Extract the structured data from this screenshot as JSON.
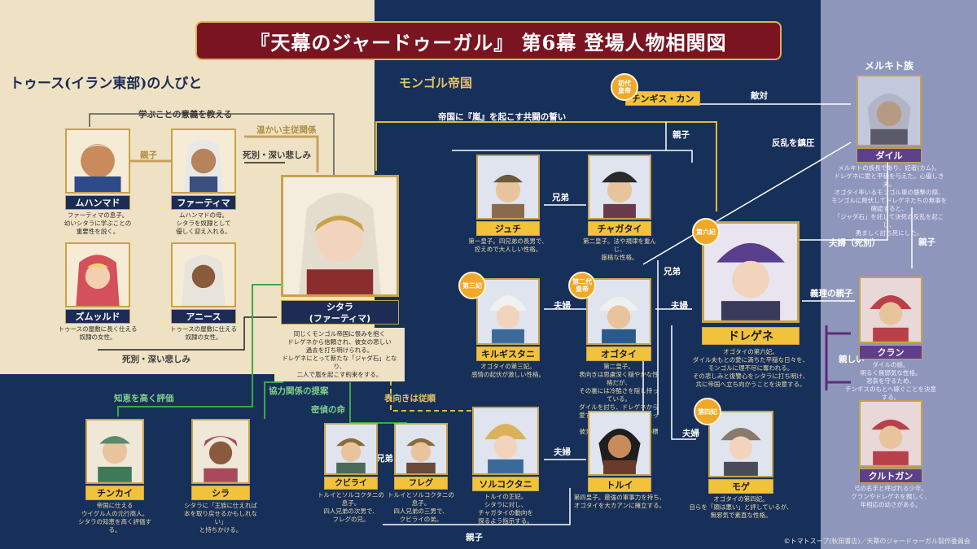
{
  "title": "『天幕のジャードゥーガル』 第6幕 登場人物相関図",
  "regions": {
    "tus": "トゥース(イラン東部)の人びと",
    "mongol": "モンゴル帝国",
    "merkit": "メルキト族"
  },
  "colors": {
    "tus_bg": "#efe2c4",
    "mongol_bg": "#17305a",
    "merkit_bg": "#8e97bb",
    "banner": "#7a1420",
    "gold": "#d9b25b",
    "green_line": "#3ca84a",
    "gold_line": "#e8b930"
  },
  "characters": {
    "muhammad": {
      "name": "ムハンマド",
      "desc": "ファーティマの息子。\n幼いシタラに学ぶことの\n重要性を説く。"
    },
    "fatima": {
      "name": "ファーティマ",
      "desc": "ムハンマドの母。\nシタラを奴隷として\n優しく迎え入れる。"
    },
    "zumurud": {
      "name": "ズムッルド",
      "desc": "トゥースの屋敷に長く仕える\n奴隷の女性。"
    },
    "anis": {
      "name": "アニース",
      "desc": "トゥースの屋敷に仕える\n奴隷の女性。"
    },
    "sitara": {
      "name": "シタラ",
      "name_sub": "(ファーティマ)",
      "desc": "同じくモンゴル帝国に恨みを抱く\nドレゲネから信頼され、彼女の悲しい\n過去を打ち明けられる。\nドレゲネにとって新たな「ジャダ石」となり、\n二人で嵐を起こす約束をする。"
    },
    "chinkai": {
      "name": "チンカイ",
      "desc": "帝国に仕える\nウイグル人の元行商人。\nシタラの知恵を高く評価する。"
    },
    "shira": {
      "name": "シラ",
      "desc": "シタラに「王族に仕えれば\n本を取り戻せるかもしれない」\nと持ちかける。"
    },
    "chinggis": {
      "name": "チンギス・カン",
      "badge": "初代\n皇帝"
    },
    "juchi": {
      "name": "ジュチ",
      "desc": "第一皇子。四兄弟の長男で、\n控えめで大人しい性格。"
    },
    "chagatai": {
      "name": "チャガタイ",
      "desc": "第二皇子。法や規律を重んじ、\n厳格な性格。"
    },
    "kirgistani": {
      "name": "キルギスタニ",
      "badge": "第三妃",
      "desc": "オゴタイの第三妃。\n感情の起伏が激しい性格。"
    },
    "ogotai": {
      "name": "オゴタイ",
      "badge": "第二代\n皇帝",
      "desc": "第二皇子。\n表向きは思慮深く穏やかな性格だが、\nその裏には冷酷さを隠し持っている。\nダイルを討ち、ドレゲネから\n愛する家族と平穏を奪い去った。\n彼女にとって最大の復讐の標的。"
    },
    "dorgene": {
      "name": "ドレゲネ",
      "badge": "第六妃",
      "desc": "オゴタイの第六妃。\nダイル夫もとの愛に満ちた平穏な日々を、\nモンゴルに理不尽に奪われる。\nその悲しみと復讐心をシタラに打ち明け、\n共に帝国へ立ち向かうことを決意する。"
    },
    "kubilai": {
      "name": "クビライ",
      "desc": "トルイとソルコクタニの\n息子。\n四人兄弟の次男で、\nフレグの兄。"
    },
    "hulegu": {
      "name": "フレグ",
      "desc": "トルイとソルコクタニの\n息子。\n四人兄弟の三男で、\nクビライの弟。"
    },
    "sorkoktani": {
      "name": "ソルコクタニ",
      "desc": "トルイの正妃。\nシタラに対し、\nチャガタイの動向を\n探るよう指示する。"
    },
    "tolui": {
      "name": "トルイ",
      "desc": "第四皇子。最強の軍事力を持ち、\nオゴタイを大カアンに擁立する。"
    },
    "moge": {
      "name": "モゲ",
      "badge": "第四妃",
      "desc": "オゴタイの第四妃。\n自らを「頭は悪い」と評しているが、\n無邪気で素直な性格。"
    },
    "dair": {
      "name": "ダイル",
      "desc": "メルキトの族長であり、妃者(カム)。\nドレゲネに愛と平穏を与えた。心優しき夫。\nオゴタイ率いるモンゴル軍の襲撃の際、\nモンゴルに降伏してドレゲネたちの無事を確認すると、\n「ジャダ石」を託して決死の反乱を起こし、\n勇ましく討ち死にした。"
    },
    "kulan": {
      "name": "クラン",
      "desc": "ダイルの娘。\n明るく無邪気な性格。\n悲哀を守るため、\nチンギスのもとへ嫁ぐことを決意する。"
    },
    "kurtugan": {
      "name": "クルトガン",
      "desc": "弓の名手と呼ばれる少年。\nクランやドレゲネを親しく、\n年相応の幼さがある。"
    }
  },
  "relations": {
    "teach": "学ぶことの意義を教える",
    "warm": "温かい主従関係",
    "parent_child": "親子",
    "death_grief": "死別・深い悲しみ",
    "death_grief2": "死別・深い悲しみ",
    "high_eval": "知恵を高く評価",
    "coop": "協力関係の提案",
    "secret": "密偵の命",
    "obey": "表向きは従順",
    "vow": "帝国に『嵐』を起こす共闘の誓い",
    "hostile": "敵対",
    "parent_child2": "親子",
    "rebellion": "反乱を鎮圧",
    "brothers": "兄弟",
    "brothers2": "兄弟",
    "brothers3": "兄弟",
    "couple1": "夫婦",
    "couple2": "夫婦",
    "couple3": "夫婦",
    "couple_dead": "夫婦（死別）",
    "parent_child3": "親子",
    "in_law": "義理の親子",
    "close": "親しい",
    "parent_child4": "親子"
  },
  "copyright": "©トマトスープ(秋田書店)／天幕のジャードゥーガル製作委員会"
}
